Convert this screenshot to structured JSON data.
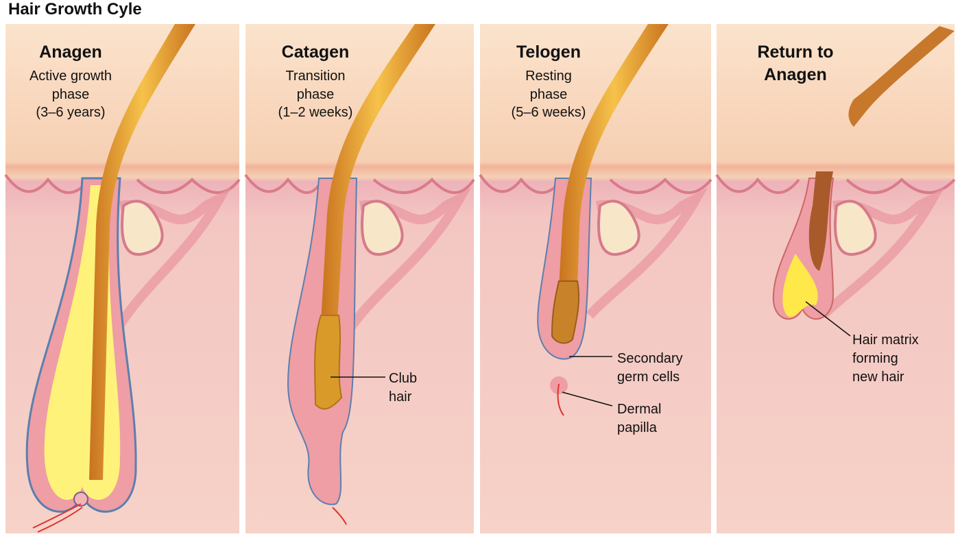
{
  "title": "Hair Growth Cyle",
  "panels": [
    {
      "heading": "Anagen",
      "lines": [
        "Active growth",
        "phase",
        "(3–6 years)"
      ]
    },
    {
      "heading": "Catagen",
      "lines": [
        "Transition",
        "phase",
        "(1–2 weeks)"
      ],
      "labels": {
        "club": [
          "Club",
          "hair"
        ]
      }
    },
    {
      "heading": "Telogen",
      "lines": [
        "Resting",
        "phase",
        "(5–6 weeks)"
      ],
      "labels": {
        "germ": [
          "Secondary",
          "germ cells"
        ],
        "papilla": [
          "Dermal",
          "papilla"
        ]
      }
    },
    {
      "heading": [
        "Return to",
        "Anagen"
      ],
      "labels": {
        "matrix": [
          "Hair matrix",
          "forming",
          "new hair"
        ]
      }
    }
  ],
  "colors": {
    "epidermis": "#f7d5b8",
    "dermis": "#f4cdc6",
    "hair": "#e8a43a",
    "follicle": "#e88f98",
    "matrix": "#ffe84a"
  }
}
